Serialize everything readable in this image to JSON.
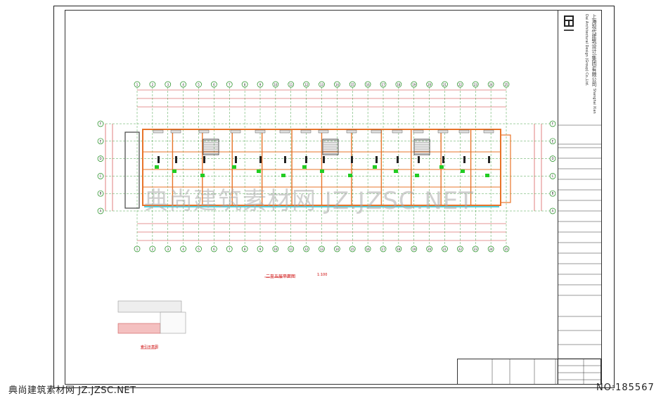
{
  "title_block": {
    "company_vertical": "上海现代建筑设计(集团)有限公司",
    "company_english": "Shanghai Xian Dai Architectural Design (Group) Co.,Ltd.",
    "logo": "company-seal"
  },
  "plan": {
    "caption": "二至五层平面图",
    "scale": "1:100"
  },
  "keymap": {
    "caption": "索引示意图"
  },
  "watermark": "典尚建筑素材网 JZ.JZSC.NET",
  "footer": {
    "left_text": "典尚建筑素材网 JZ.JZSC.NET",
    "right_text": "NO:185567"
  },
  "colors": {
    "wall": "#e8742a",
    "axis": "#1a8a1a",
    "dimension": "#cc2a2a",
    "stair": "#222222",
    "balcony": "#3cc8d8",
    "fixture": "#22cc22"
  },
  "axis_labels_top": [
    "1",
    "2",
    "3",
    "4",
    "5",
    "6",
    "7",
    "8",
    "9",
    "10",
    "11",
    "12",
    "13",
    "14",
    "15",
    "16",
    "17",
    "18",
    "19",
    "20",
    "21",
    "22",
    "23",
    "24",
    "25"
  ],
  "axis_labels_side": [
    "A",
    "B",
    "C",
    "D",
    "E",
    "F"
  ]
}
